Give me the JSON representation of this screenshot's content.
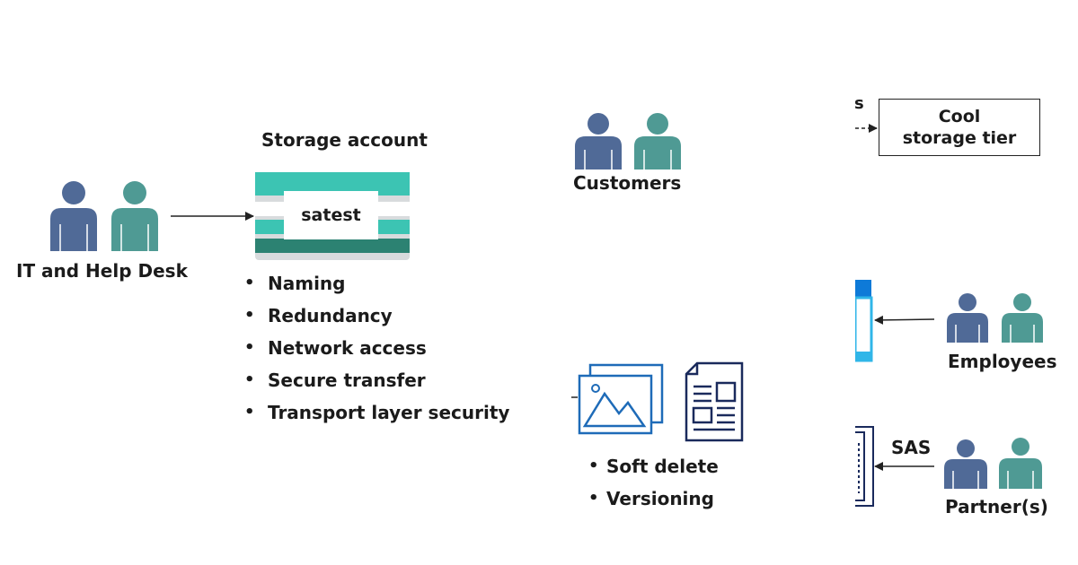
{
  "it_group": {
    "label": "IT and Help Desk"
  },
  "storage": {
    "title": "Storage account",
    "name": "satest"
  },
  "account_settings": [
    "Naming",
    "Redundancy",
    "Network access",
    "Secure transfer",
    "Transport layer security"
  ],
  "customers": {
    "label": "Customers"
  },
  "cool_tier": {
    "line1": "Cool",
    "line2": "storage tier"
  },
  "partial_edge_text": "s",
  "data_protection": [
    "Soft delete",
    "Versioning"
  ],
  "employees": {
    "label": "Employees"
  },
  "partners": {
    "label": "Partner(s)",
    "access_label": "SAS"
  },
  "colors": {
    "person_blue": "#506a97",
    "person_teal": "#4f9a94",
    "storage_top": "#3cc4b3",
    "storage_dark": "#2c8272",
    "doc_navy": "#1a2a5c",
    "image_blue": "#1e6bb8",
    "accent_blue": "#0e7ad8"
  }
}
